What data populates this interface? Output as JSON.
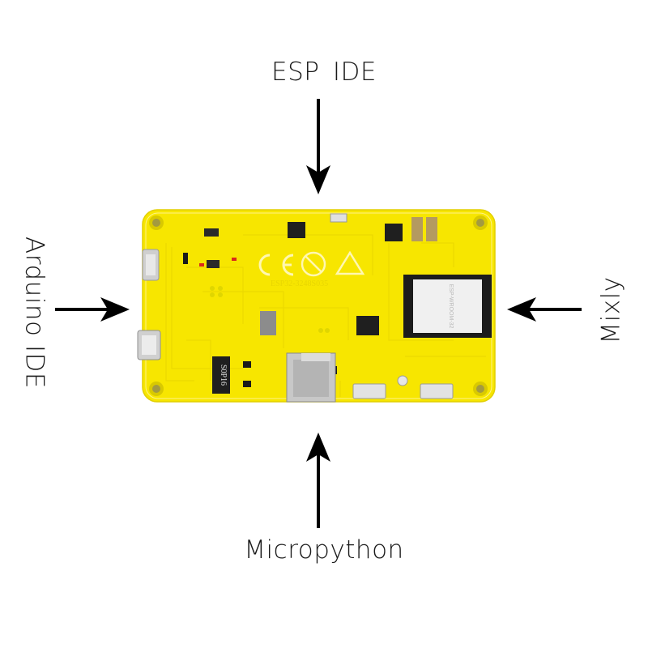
{
  "labels": {
    "top": "ESP  IDE",
    "left": "Arduino IDE",
    "right": "Mixly",
    "bottom": "Micropython"
  },
  "board": {
    "silkscreen_id": "ESP32-3248S035",
    "module_label": "ESP-WROOM-32",
    "ic_label": "S0P16",
    "colors": {
      "pcb": "#f7e600",
      "module": "#1c1c1c",
      "chip": "#222222",
      "connector": "#d8d8d8"
    }
  },
  "arrows": {
    "color": "#000000"
  }
}
